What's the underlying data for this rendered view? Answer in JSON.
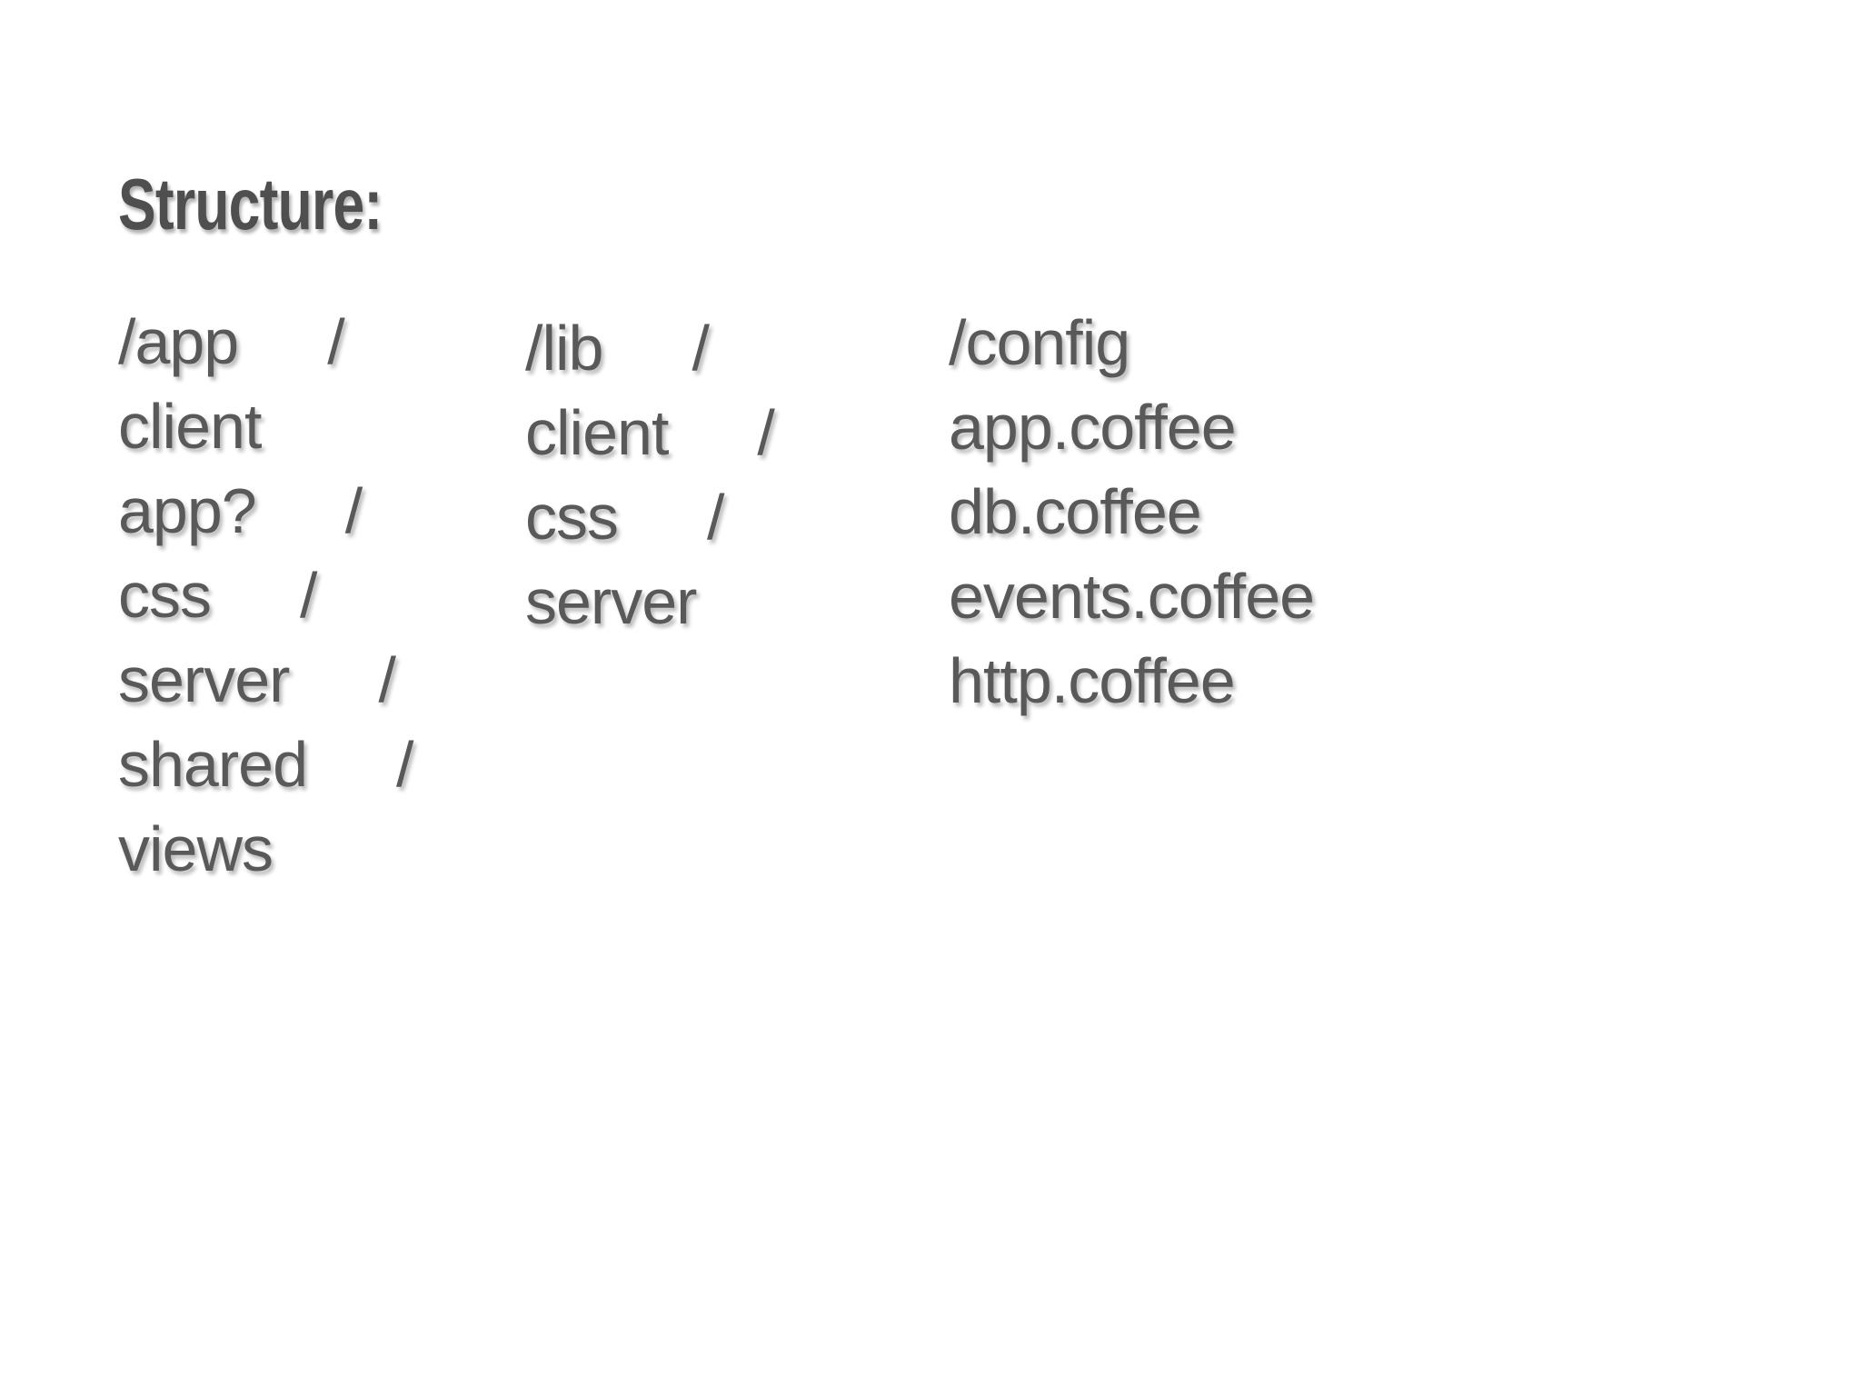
{
  "slide": {
    "title": "Structure:",
    "columns": [
      {
        "id": "app",
        "lines": [
          {
            "name": "/app",
            "slash": "/"
          },
          {
            "name": "client",
            "slash": ""
          },
          {
            "name": "app?",
            "slash": "/"
          },
          {
            "name": "css",
            "slash": "/"
          },
          {
            "name": "server",
            "slash": "/"
          },
          {
            "name": "shared",
            "slash": "/"
          },
          {
            "name": "views",
            "slash": ""
          }
        ]
      },
      {
        "id": "lib",
        "lines": [
          {
            "name": "/lib",
            "slash": "/"
          },
          {
            "name": "client",
            "slash": "/"
          },
          {
            "name": "css",
            "slash": "/"
          },
          {
            "name": "server",
            "slash": ""
          }
        ]
      },
      {
        "id": "config",
        "lines": [
          {
            "name": "/config",
            "slash": ""
          },
          {
            "name": "app.coffee",
            "slash": ""
          },
          {
            "name": "db.coffee",
            "slash": ""
          },
          {
            "name": "events.coffee",
            "slash": ""
          },
          {
            "name": "http.coffee",
            "slash": ""
          }
        ]
      }
    ]
  },
  "colors": {
    "background": "#ffffff",
    "title_text": "#4f4f4f",
    "body_text": "#595959"
  }
}
